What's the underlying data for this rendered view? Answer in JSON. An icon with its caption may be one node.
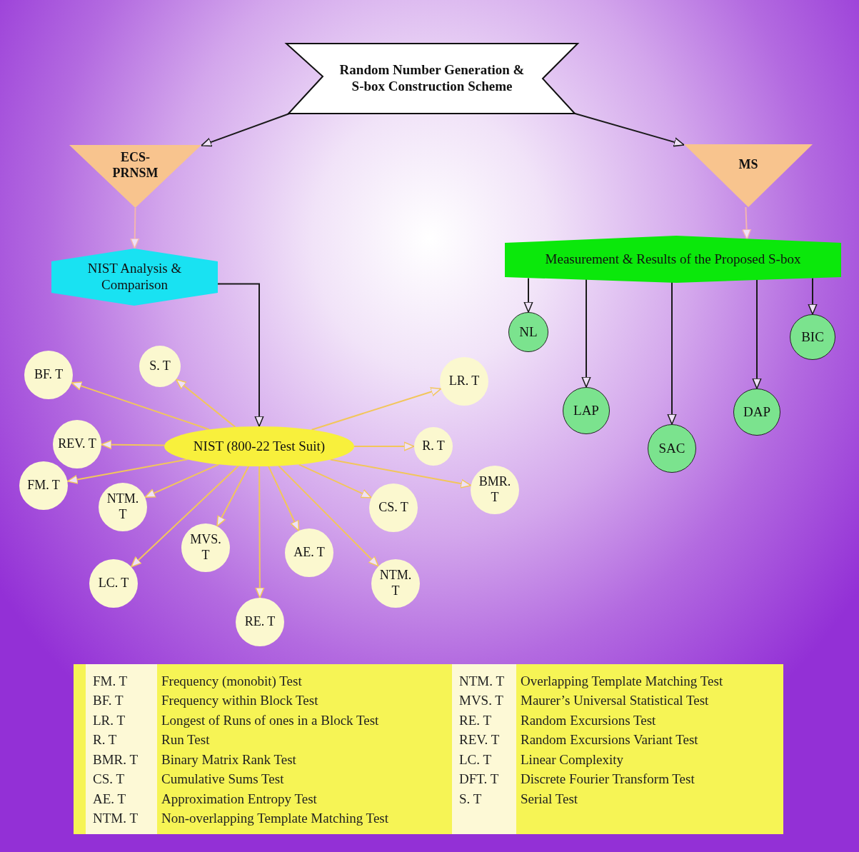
{
  "diagram": {
    "nodes": [
      {
        "text": [
          "Random Number Generation & S-box Construction Scheme"
        ]
      },
      {
        "text": [
          "ECS-PRNSM"
        ]
      },
      {
        "text": [
          "MS"
        ]
      },
      {
        "text": [
          "NIST Analysis & Comparison"
        ]
      },
      {
        "text": [
          "Measurement & Results of the Proposed S-box"
        ]
      },
      {
        "text": [
          "NL"
        ]
      },
      {
        "text": [
          "BIC"
        ]
      },
      {
        "text": [
          "LAP"
        ]
      },
      {
        "text": [
          "SAC"
        ]
      },
      {
        "text": [
          "DAP"
        ]
      },
      {
        "text": [
          "NIST (800-22 Test Suit)"
        ]
      },
      {
        "text": [
          "BF. T"
        ]
      },
      {
        "text": [
          "S. T"
        ]
      },
      {
        "text": [
          "LR. T"
        ]
      },
      {
        "text": [
          "REV. T"
        ]
      },
      {
        "text": [
          "R. T"
        ]
      },
      {
        "text": [
          "FM. T"
        ]
      },
      {
        "text": [
          "BMR. T"
        ]
      },
      {
        "text": [
          "NTM. T"
        ]
      },
      {
        "text": [
          "CS. T"
        ]
      },
      {
        "text": [
          "MVS. T"
        ]
      },
      {
        "text": [
          "AE. T"
        ]
      },
      {
        "text": [
          "LC. T"
        ]
      },
      {
        "text": [
          "NTM. T"
        ]
      },
      {
        "text": [
          "RE. T"
        ]
      }
    ],
    "edges": [
      {
        "from": 0,
        "to": 1,
        "arrow": "to",
        "color": "#1a1a1a"
      },
      {
        "from": 0,
        "to": 2,
        "arrow": "to",
        "color": "#1a1a1a"
      },
      {
        "from": 1,
        "to": 3,
        "arrow": "to",
        "color": "#f2b5b0"
      },
      {
        "from": 2,
        "to": 4,
        "arrow": "to",
        "color": "#f2b5b0"
      },
      {
        "from": 3,
        "to": 10,
        "arrow": "to",
        "color": "#1a1a1a"
      },
      {
        "from": 4,
        "to": 5,
        "arrow": "to",
        "color": "#1a1a1a"
      },
      {
        "from": 4,
        "to": 7,
        "arrow": "to",
        "color": "#1a1a1a"
      },
      {
        "from": 4,
        "to": 8,
        "arrow": "to",
        "color": "#1a1a1a"
      },
      {
        "from": 4,
        "to": 9,
        "arrow": "to",
        "color": "#1a1a1a"
      },
      {
        "from": 4,
        "to": 6,
        "arrow": "to",
        "color": "#1a1a1a"
      },
      {
        "from": 10,
        "to": 11,
        "arrow": "to"
      },
      {
        "from": 10,
        "to": 12,
        "arrow": "to"
      },
      {
        "from": 10,
        "to": 13,
        "arrow": "to"
      },
      {
        "from": 10,
        "to": 14,
        "arrow": "to"
      },
      {
        "from": 10,
        "to": 15,
        "arrow": "to"
      },
      {
        "from": 10,
        "to": 16,
        "arrow": "to"
      },
      {
        "from": 10,
        "to": 17,
        "arrow": "to"
      },
      {
        "from": 10,
        "to": 18,
        "arrow": "to"
      },
      {
        "from": 10,
        "to": 19,
        "arrow": "to"
      },
      {
        "from": 10,
        "to": 20,
        "arrow": "to"
      },
      {
        "from": 10,
        "to": 21,
        "arrow": "to"
      },
      {
        "from": 10,
        "to": 22,
        "arrow": "to"
      },
      {
        "from": 10,
        "to": 23,
        "arrow": "to"
      },
      {
        "from": 10,
        "to": 24,
        "arrow": "to"
      }
    ],
    "labels": [
      "FM. T",
      "Frequency (monobit) Test",
      "NTM. T",
      "Overlapping Template Matching Test",
      "BF. T",
      "Frequency within Block Test",
      "MVS. T",
      "Maurer’s Universal Statistical Test",
      "LR. T",
      "Longest of Runs of ones in a Block Test",
      "RE. T",
      "Random Excursions Test",
      "R. T",
      "Run Test",
      "REV. T",
      "Random Excursions Variant Test",
      "BMR. T",
      "Binary Matrix Rank Test",
      "LC. T",
      "Linear Complexity",
      "CS. T",
      "Cumulative Sums Test",
      "DFT. T",
      "Discrete Fourier Transform Test",
      "AE. T",
      "Approximation Entropy Test",
      "S. T",
      "Serial Test",
      "NTM. T",
      "Non-overlapping Template Matching Test"
    ]
  }
}
